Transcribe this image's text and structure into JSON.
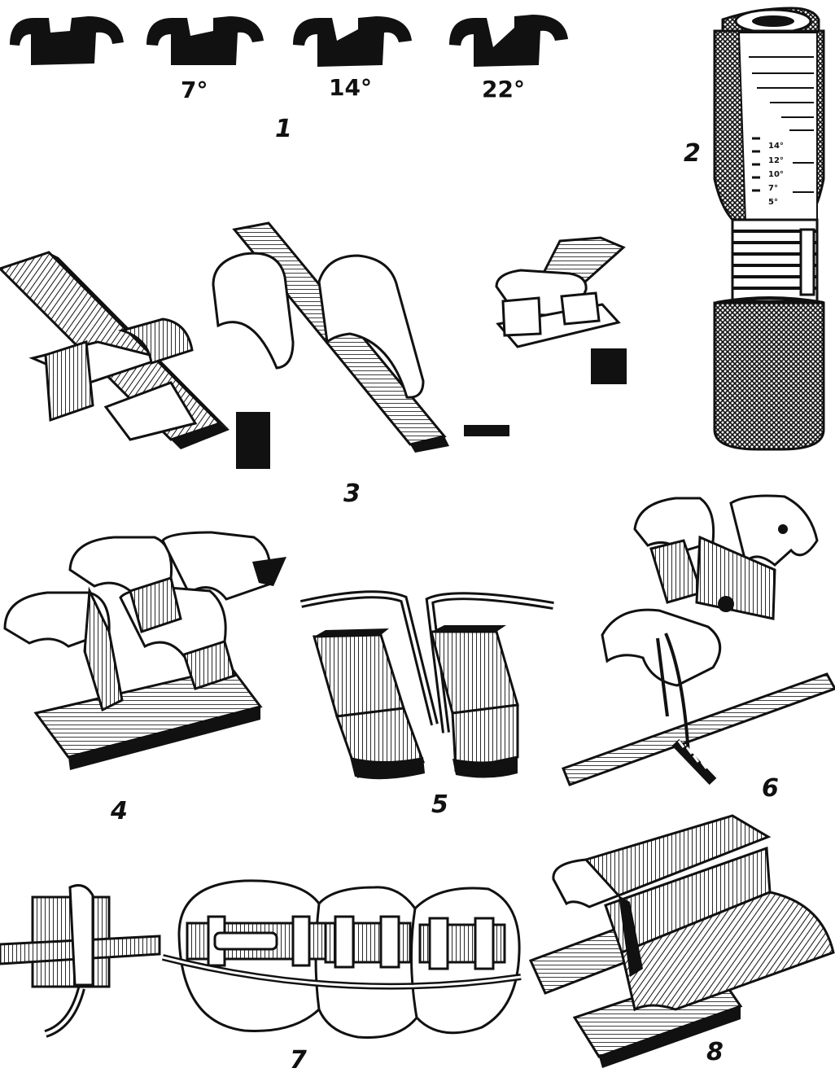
{
  "figure": {
    "labels": {
      "fig1": "1",
      "fig2": "2",
      "fig3": "3",
      "fig4": "4",
      "fig5": "5",
      "fig6": "6",
      "fig7": "7",
      "fig8": "8"
    },
    "angles": [
      "7°",
      "14°",
      "22°"
    ],
    "tool_scale": [
      "14°",
      "12°",
      "10°",
      "7°",
      "5°"
    ]
  },
  "colors": {
    "ink": "#111111",
    "paper": "#ffffff"
  }
}
